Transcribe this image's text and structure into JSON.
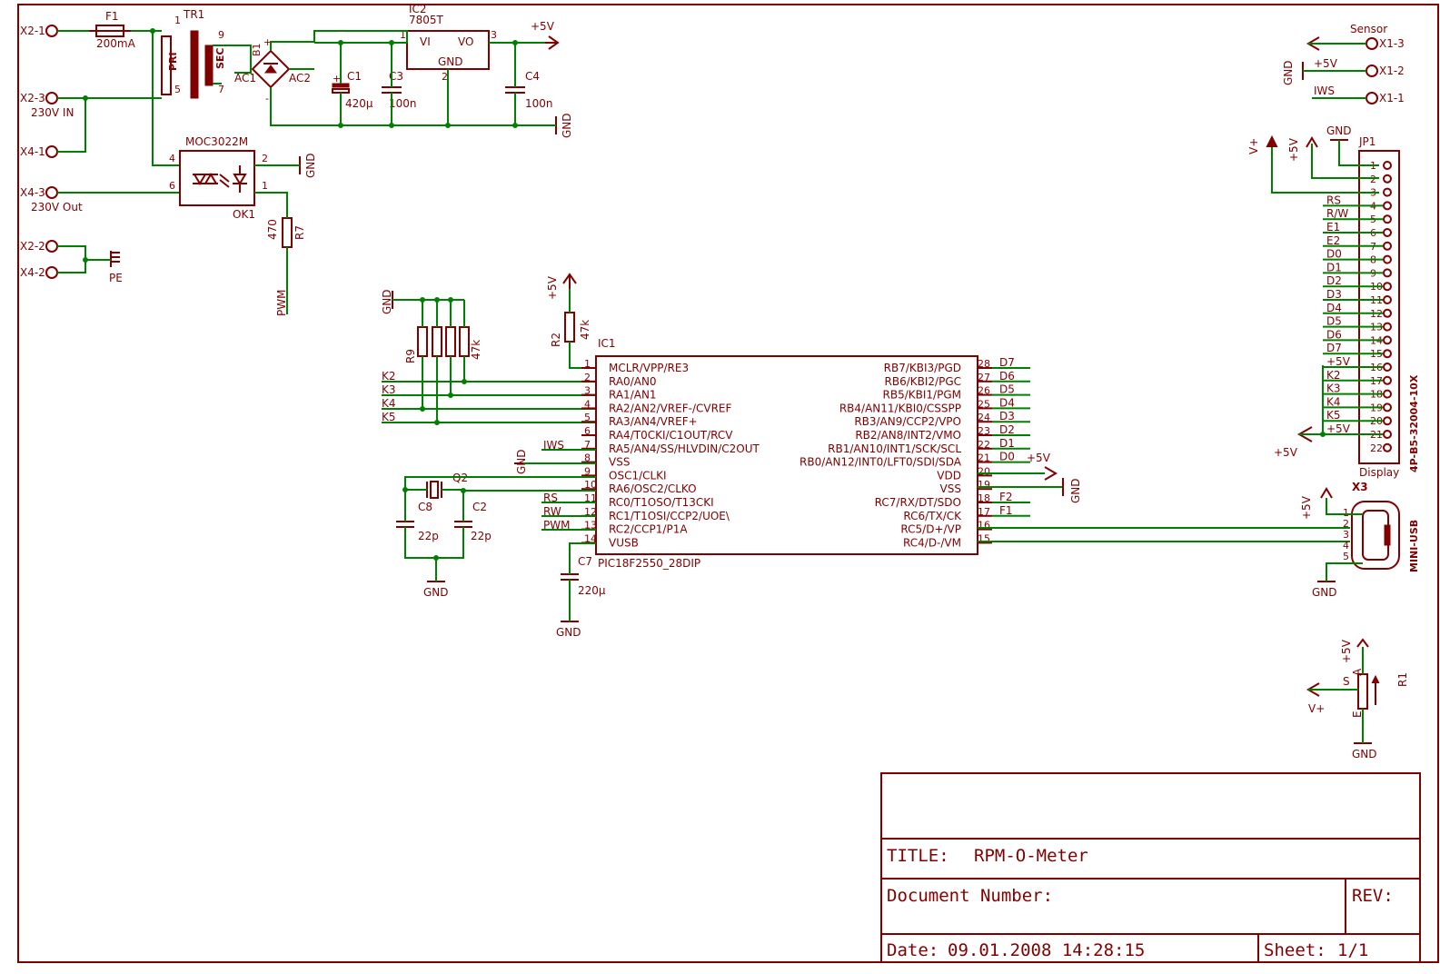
{
  "title_block": {
    "title_label": "TITLE:",
    "title_value": "RPM-O-Meter",
    "docnum_label": "Document Number:",
    "rev_label": "REV:",
    "date_label": "Date:",
    "date_value": "09.01.2008 14:28:15",
    "sheet_label": "Sheet:",
    "sheet_value": "1/1"
  },
  "power": {
    "x2_1": "X2-1",
    "x2_3": "X2-3",
    "in_label": "230V IN",
    "x4_1": "X4-1",
    "x4_3": "X4-3",
    "out_label": "230V Out",
    "x2_2": "X2-2",
    "x4_2": "X4-2",
    "pe": "PE",
    "f1": "F1",
    "f1_value": "200mA",
    "tr1": "TR1",
    "pri": "PRI",
    "sec": "SEC",
    "tr_pin1": "1",
    "tr_pin5": "5",
    "tr_pin9": "9",
    "tr_pin7": "7",
    "b1": "B1",
    "ac1": "AC1",
    "ac2": "AC2",
    "plus": "+",
    "minus": "-",
    "c1": "C1",
    "c1_value": "420µ",
    "c3": "C3",
    "c3_value": "100n",
    "ic2": "IC2",
    "ic2_type": "7805T",
    "ic2_vi": "VI",
    "ic2_vo": "VO",
    "ic2_gnd": "GND",
    "ic2_pin1": "1",
    "ic2_pin2": "2",
    "ic2_pin3": "3",
    "c4": "C4",
    "c4_value": "100n",
    "plus5v": "+5V",
    "gnd": "GND"
  },
  "optocoupler": {
    "name": "MOC3022M",
    "ref": "OK1",
    "pin4": "4",
    "pin6": "6",
    "pin2": "2",
    "pin1": "1",
    "r7": "R7",
    "r7_value": "470",
    "pwm": "PWM"
  },
  "mcu": {
    "ref": "IC1",
    "type": "PIC18F2550_28DIP",
    "left_pins": [
      {
        "num": "1",
        "name": "MCLR/VPP/RE3"
      },
      {
        "num": "2",
        "name": "RA0/AN0"
      },
      {
        "num": "3",
        "name": "RA1/AN1"
      },
      {
        "num": "4",
        "name": "RA2/AN2/VREF-/CVREF"
      },
      {
        "num": "5",
        "name": "RA3/AN4/VREF+"
      },
      {
        "num": "6",
        "name": "RA4/T0CKI/C1OUT/RCV"
      },
      {
        "num": "7",
        "name": "RA5/AN4/SS/HLVDIN/C2OUT"
      },
      {
        "num": "8",
        "name": "VSS"
      },
      {
        "num": "9",
        "name": "OSC1/CLKI"
      },
      {
        "num": "10",
        "name": "RA6/OSC2/CLKO"
      },
      {
        "num": "11",
        "name": "RC0/T1OSO/T13CKI"
      },
      {
        "num": "12",
        "name": "RC1/T1OSI/CCP2/UOE\\"
      },
      {
        "num": "13",
        "name": "RC2/CCP1/P1A"
      },
      {
        "num": "14",
        "name": "VUSB"
      }
    ],
    "right_pins": [
      {
        "num": "28",
        "name": "RB7/KBI3/PGD",
        "net": "D7"
      },
      {
        "num": "27",
        "name": "RB6/KBI2/PGC",
        "net": "D6"
      },
      {
        "num": "26",
        "name": "RB5/KBI1/PGM",
        "net": "D5"
      },
      {
        "num": "25",
        "name": "RB4/AN11/KBI0/CSSPP",
        "net": "D4"
      },
      {
        "num": "24",
        "name": "RB3/AN9/CCP2/VPO",
        "net": "D3"
      },
      {
        "num": "23",
        "name": "RB2/AN8/INT2/VMO",
        "net": "D2"
      },
      {
        "num": "22",
        "name": "RB1/AN10/INT1/SCK/SCL",
        "net": "D1"
      },
      {
        "num": "21",
        "name": "RB0/AN12/INT0/LFT0/SDI/SDA",
        "net": "D0"
      },
      {
        "num": "20",
        "name": "VDD",
        "net": ""
      },
      {
        "num": "19",
        "name": "VSS",
        "net": ""
      },
      {
        "num": "18",
        "name": "RC7/RX/DT/SDO",
        "net": "F2"
      },
      {
        "num": "17",
        "name": "RC6/TX/CK",
        "net": "F1"
      },
      {
        "num": "16",
        "name": "RC5/D+/VP",
        "net": ""
      },
      {
        "num": "15",
        "name": "RC4/D-/VM",
        "net": ""
      }
    ],
    "r2": "R2",
    "r2_value": "47k",
    "r9": "R9",
    "r_array_value": "47k",
    "k2": "K2",
    "k3": "K3",
    "k4": "K4",
    "k5": "K5",
    "iws": "IWS",
    "rs": "RS",
    "rw": "RW",
    "pwm": "PWM",
    "q2": "Q2",
    "c8": "C8",
    "c8_value": "22p",
    "c2": "C2",
    "c2_value": "22p",
    "c7": "C7",
    "c7_value": "220µ"
  },
  "sensor": {
    "title": "Sensor",
    "x1_3": "X1-3",
    "x1_2": "X1-2",
    "x1_1": "X1-1",
    "iws": "IWS"
  },
  "display": {
    "ref": "JP1",
    "name": "Display",
    "part": "4P-B5-32004-10X",
    "vplus": "V+",
    "nets": [
      "",
      "",
      "",
      "RS",
      "R/W",
      "E1",
      "E2",
      "D0",
      "D1",
      "D2",
      "D3",
      "D4",
      "D5",
      "D6",
      "D7",
      "+5V",
      "K2",
      "K3",
      "K4",
      "K5",
      "+5V",
      ""
    ],
    "pins": [
      "1",
      "2",
      "3",
      "4",
      "5",
      "6",
      "7",
      "8",
      "9",
      "10",
      "11",
      "12",
      "13",
      "14",
      "15",
      "16",
      "17",
      "18",
      "19",
      "20",
      "21",
      "22"
    ]
  },
  "usb": {
    "ref": "X3",
    "part": "MINI-USB",
    "pins": [
      "1",
      "2",
      "3",
      "4",
      "5"
    ]
  },
  "pot": {
    "ref": "R1",
    "s": "S",
    "a": "A",
    "e": "E",
    "vplus": "V+"
  }
}
